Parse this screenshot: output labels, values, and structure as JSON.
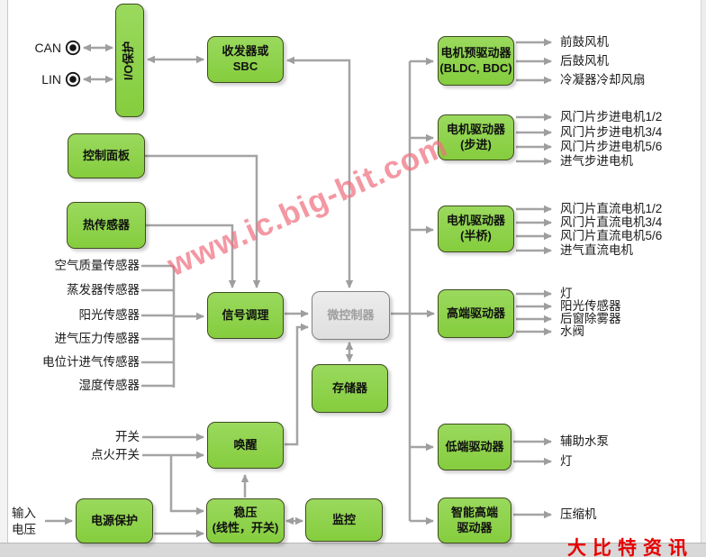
{
  "watermark": "www.ic.big-bit.com",
  "footer_brand": "大比特资讯",
  "io_labels": {
    "can": "CAN",
    "lin": "LIN"
  },
  "boxes": {
    "io_protect": "I/O保护",
    "transceiver": "收发器或\nSBC",
    "control_panel": "控制面板",
    "thermal_sensor": "热传感器",
    "signal_conditioning": "信号调理",
    "mcu": "微控制器",
    "memory": "存储器",
    "wakeup": "唤醒",
    "power_protect": "电源保护",
    "regulator": "稳压\n(线性，开关)",
    "monitor": "监控",
    "motor_predriver": "电机预驱动器\n(BLDC, BDC)",
    "motor_driver_stepper": "电机驱动器\n(步进)",
    "motor_driver_half_bridge": "电机驱动器\n(半桥)",
    "high_side_driver": "高端驱动器",
    "low_side_driver": "低端驱动器",
    "smart_high_side_driver": "智能高端\n驱动器"
  },
  "sensor_inputs": [
    "空气质量传感器",
    "蒸发器传感器",
    "阳光传感器",
    "进气压力传感器",
    "电位计进气传感器",
    "湿度传感器"
  ],
  "switch_inputs": [
    "开关",
    "点火开关"
  ],
  "input_voltage": "输入\n电压",
  "outputs": {
    "predriver": [
      "前鼓风机",
      "后鼓风机",
      "冷凝器冷却风扇"
    ],
    "stepper": [
      "风门片步进电机1/2",
      "风门片步进电机3/4",
      "风门片步进电机5/6",
      "进气步进电机"
    ],
    "half_bridge": [
      "风门片直流电机1/2",
      "风门片直流电机3/4",
      "风门片直流电机5/6",
      "进气直流电机"
    ],
    "high_side": [
      "灯",
      "阳光传感器",
      "后窗除雾器",
      "水阀"
    ],
    "low_side": [
      "辅助水泵",
      "灯"
    ],
    "smart_high_side": [
      "压缩机"
    ]
  },
  "colors": {
    "block_green": "#8dd14a",
    "block_gray": "#e6e6e6",
    "wire_gray": "#a3a3a3",
    "watermark_pink": "#ef7080",
    "brand_red": "#e60000"
  }
}
